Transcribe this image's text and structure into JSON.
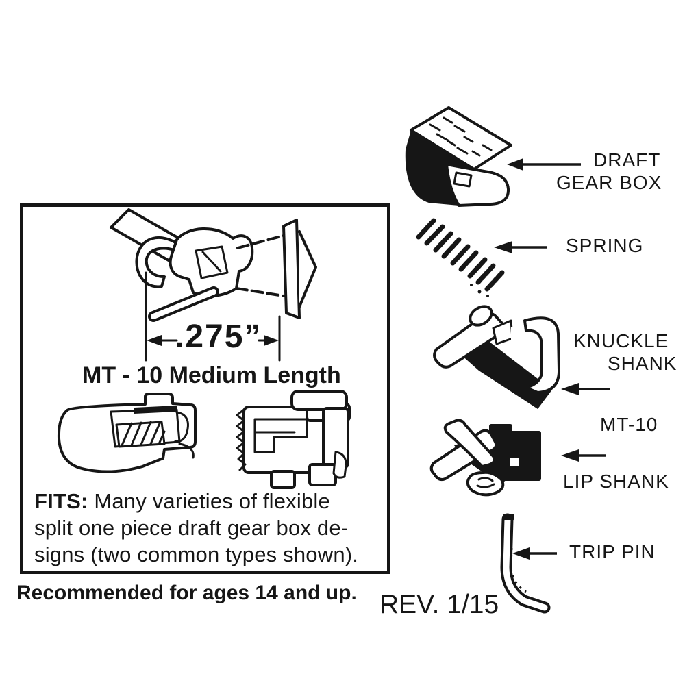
{
  "page": {
    "background_color": "#ffffff",
    "ink_color": "#161616",
    "description": "MT-10 coupler instruction sheet with exploded parts diagram"
  },
  "info_box": {
    "measurement": ".275”",
    "caption": "MT - 10 Medium Length",
    "fits": {
      "heading": "FITS:",
      "line1_rest": " Many varieties of flexible",
      "line2": "split one piece draft gear box de-",
      "line3": "signs (two common types shown)."
    }
  },
  "footer": {
    "age_recommendation": "Recommended for ages 14 and up.",
    "revision": "REV. 1/15"
  },
  "parts_diagram": {
    "labels": {
      "draft_gear_box_line1": "DRAFT",
      "draft_gear_box_line2": "GEAR BOX",
      "spring": "SPRING",
      "knuckle_shank_line1": "KNUCKLE",
      "knuckle_shank_line2": "SHANK",
      "model": "MT-10",
      "lip_shank": "LIP SHANK",
      "trip_pin": "TRIP PIN"
    },
    "pointer_icon": "left-arrow"
  }
}
